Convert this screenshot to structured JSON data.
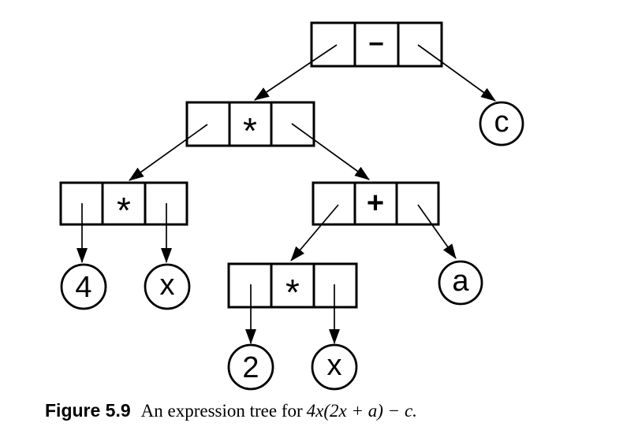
{
  "caption": {
    "label": "Figure 5.9",
    "text": "An expression tree for",
    "expression": "4x(2x + a) − c."
  },
  "tree": {
    "operators": {
      "root_minus": "−",
      "mult_top": "*",
      "mult_left": "*",
      "plus": "+",
      "mult_bottom": "*"
    },
    "leaves": {
      "c": "c",
      "four": "4",
      "x_left": "x",
      "a": "a",
      "two": "2",
      "x_bottom": "x"
    }
  },
  "colors": {
    "ink": "#000000",
    "background": "#ffffff"
  }
}
